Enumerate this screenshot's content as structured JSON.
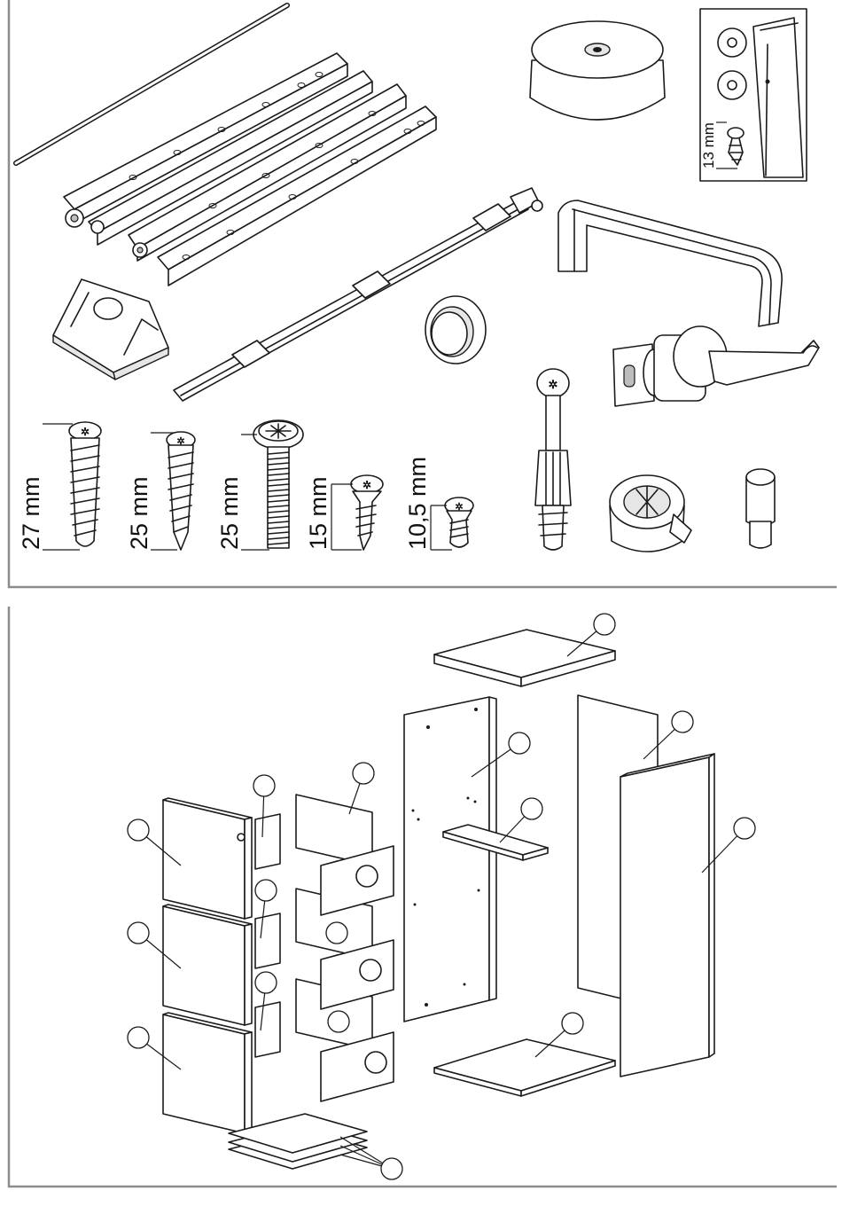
{
  "panels": {
    "hardware": {
      "dimension_labels": {
        "screw_a": "27 mm",
        "screw_b": "25 mm",
        "screw_c": "25 mm",
        "screw_d": "15 mm",
        "screw_e": "10,5 mm",
        "detail_screw": "13 mm"
      },
      "parts": [
        {
          "name": "metal-rod"
        },
        {
          "name": "drawer-runners"
        },
        {
          "name": "furniture-foot"
        },
        {
          "name": "wall-anchor-kit"
        },
        {
          "name": "locking-rod-mechanism"
        },
        {
          "name": "handle"
        },
        {
          "name": "corner-bracket"
        },
        {
          "name": "grommet-ring"
        },
        {
          "name": "cam-lock-with-key"
        },
        {
          "name": "cam-bolt"
        },
        {
          "name": "cam-lock-housing"
        },
        {
          "name": "shelf-pin"
        }
      ]
    },
    "exploded_view": {
      "callouts": [
        "",
        "",
        "",
        "",
        "",
        "",
        "",
        "",
        "",
        "",
        "",
        "",
        "",
        "",
        ""
      ]
    }
  }
}
